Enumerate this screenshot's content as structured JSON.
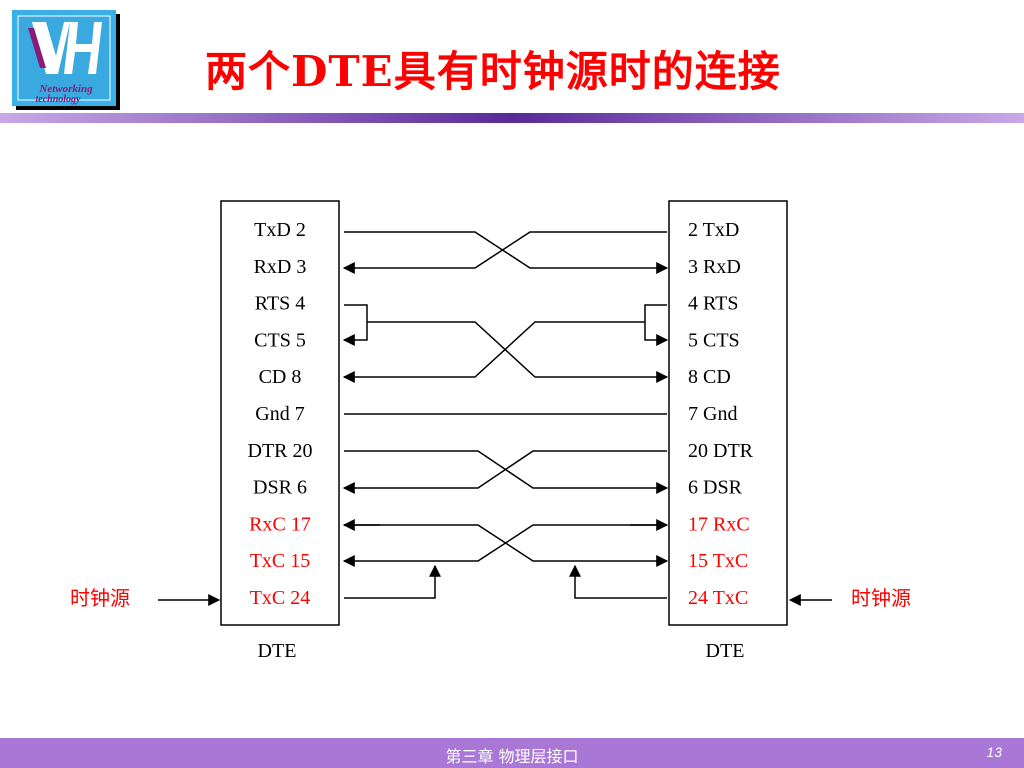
{
  "header": {
    "title": "两个DTE具有时钟源时的连接",
    "logo_line1": "Networking",
    "logo_line2": "technology"
  },
  "diagram": {
    "left_device": {
      "label": "DTE",
      "pins": [
        {
          "text": "TxD 2",
          "color": "#000000"
        },
        {
          "text": "RxD 3",
          "color": "#000000"
        },
        {
          "text": "RTS 4",
          "color": "#000000"
        },
        {
          "text": "CTS 5",
          "color": "#000000"
        },
        {
          "text": "CD    8",
          "color": "#000000"
        },
        {
          "text": "Gnd    7",
          "color": "#000000"
        },
        {
          "text": "DTR 20",
          "color": "#000000"
        },
        {
          "text": "DSR 6",
          "color": "#000000"
        },
        {
          "text": "RxC 17",
          "color": "#ff0000"
        },
        {
          "text": "TxC 15",
          "color": "#ff0000"
        },
        {
          "text": "TxC 24",
          "color": "#ff0000"
        }
      ]
    },
    "right_device": {
      "label": "DTE",
      "pins": [
        {
          "text": "2    TxD",
          "color": "#000000"
        },
        {
          "text": "3    RxD",
          "color": "#000000"
        },
        {
          "text": "4    RTS",
          "color": "#000000"
        },
        {
          "text": "5    CTS",
          "color": "#000000"
        },
        {
          "text": "8      CD",
          "color": "#000000"
        },
        {
          "text": "7    Gnd",
          "color": "#000000"
        },
        {
          "text": "20 DTR",
          "color": "#000000"
        },
        {
          "text": "6 DSR",
          "color": "#000000"
        },
        {
          "text": "17 RxC",
          "color": "#ff0000"
        },
        {
          "text": "15 TxC",
          "color": "#ff0000"
        },
        {
          "text": "24 TxC",
          "color": "#ff0000"
        }
      ]
    },
    "clock_source_left": "时钟源",
    "clock_source_right": "时钟源"
  },
  "footer": {
    "chapter": "第三章  物理层接口",
    "page": "13"
  },
  "colors": {
    "title": "#ff0000",
    "highlight_pin": "#ff0000",
    "footer_bg": "#a978d6",
    "title_bar": "#7a3fb5"
  }
}
